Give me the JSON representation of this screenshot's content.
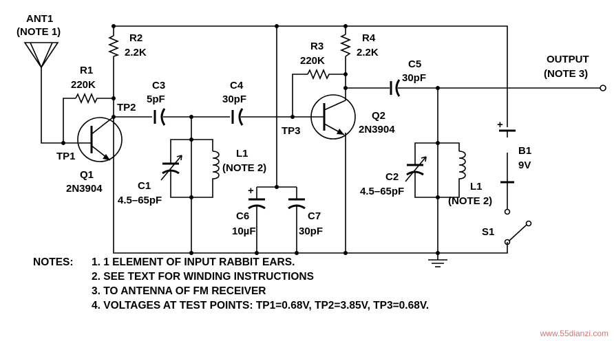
{
  "labels": {
    "ant1": "ANT1",
    "ant1_note": "(NOTE 1)",
    "r1": "R1",
    "r1_val": "220K",
    "r2": "R2",
    "r2_val": "2.2K",
    "r3": "R3",
    "r3_val": "220K",
    "r4": "R4",
    "r4_val": "2.2K",
    "c1": "C1",
    "c1_val": "4.5–65pF",
    "c2": "C2",
    "c2_val": "4.5–65pF",
    "c3": "C3",
    "c3_val": "5pF",
    "c4": "C4",
    "c4_val": "30pF",
    "c5": "C5",
    "c5_val": "30pF",
    "c6": "C6",
    "c6_val": "10µF",
    "c7": "C7",
    "c7_val": "30pF",
    "l1a": "L1",
    "l1a_note": "(NOTE 2)",
    "l1b": "L1",
    "l1b_note": "(NOTE 2)",
    "q1": "Q1",
    "q1_type": "2N3904",
    "q2": "Q2",
    "q2_type": "2N3904",
    "tp1": "TP1",
    "tp2": "TP2",
    "tp3": "TP3",
    "b1": "B1",
    "b1_val": "9V",
    "s1": "S1",
    "output": "OUTPUT",
    "output_note": "(NOTE 3)",
    "plus": "+"
  },
  "notes": {
    "heading": "NOTES:",
    "items": [
      "1. 1 ELEMENT OF INPUT RABBIT EARS.",
      "2. SEE TEXT FOR WINDING INSTRUCTIONS",
      "3. TO ANTENNA OF FM RECEIVER",
      "4. VOLTAGES AT TEST POINTS: TP1=0.68V, TP2=3.85V, TP3=0.68V."
    ]
  },
  "watermark": "www.55dianzi.com"
}
